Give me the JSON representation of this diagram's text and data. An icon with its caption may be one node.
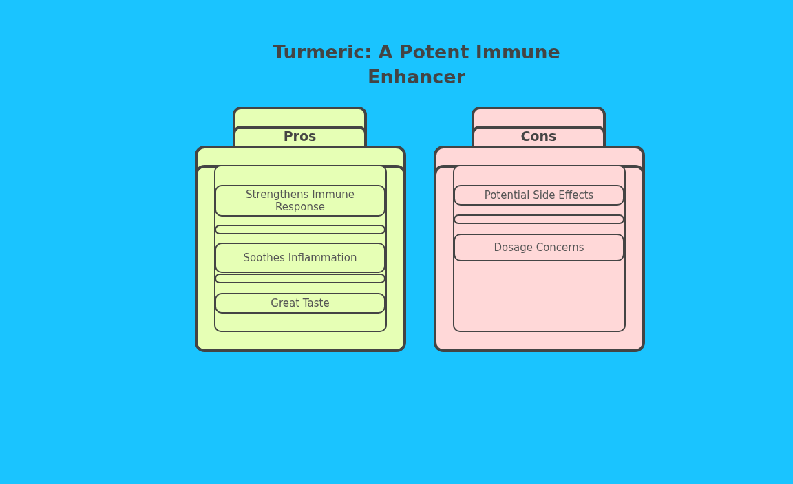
{
  "diagram": {
    "title": "Turmeric: A Potent Immune Enhancer",
    "nodes": [
      {
        "text": [
          "Pros"
        ]
      },
      {
        "text": [
          "Strengthens Immune Response"
        ],
        "in": 0
      },
      {
        "text": [],
        "shape": "bar",
        "in": 0
      },
      {
        "text": [
          "Soothes Inflammation"
        ],
        "in": 0
      },
      {
        "text": [],
        "shape": "bar",
        "in": 0
      },
      {
        "text": [
          "Great Taste"
        ],
        "in": 0
      },
      {
        "text": [
          "Cons"
        ]
      },
      {
        "text": [
          "Potential Side Effects"
        ],
        "in": 6
      },
      {
        "text": [],
        "shape": "bar",
        "in": 6
      },
      {
        "text": [
          "Dosage Concerns"
        ],
        "in": 6
      }
    ]
  }
}
